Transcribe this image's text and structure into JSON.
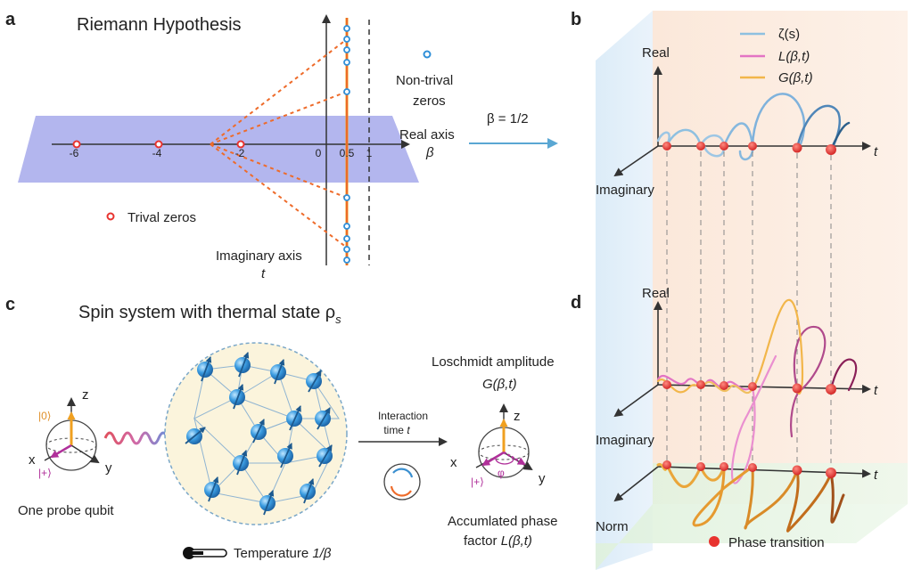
{
  "panel_a": {
    "letter": "a",
    "title": "Riemann Hypothesis",
    "ticks": [
      "-6",
      "-4",
      "-2",
      "0",
      "0.5",
      "1"
    ],
    "real_axis": "Real axis",
    "real_axis_symbol": "β",
    "imag_axis": "Imaginary axis",
    "imag_axis_symbol": "t",
    "nontrivial_line1": "Non-trival",
    "nontrivial_line2": "zeros",
    "trivial": "Trival zeros",
    "arrow_label": "β = 1/2"
  },
  "panel_b": {
    "letter": "b",
    "real": "Real",
    "imaginary": "Imaginary",
    "t": "t",
    "legend": [
      {
        "label": "ζ(s)",
        "color": "#8ec0e0"
      },
      {
        "label": "L(β,t)",
        "color": "#e374c4"
      },
      {
        "label": "G(β,t)",
        "color": "#f2b64a"
      }
    ]
  },
  "panel_c": {
    "letter": "c",
    "title": "Spin system with thermal state ρ",
    "title_sub": "s",
    "ket0": "|0⟩",
    "ket_plus": "|+⟩",
    "x": "x",
    "y": "y",
    "z": "z",
    "probe": "One probe qubit",
    "temperature": "Temperature ",
    "temperature_value": "1/β",
    "interaction_line1": "Interaction",
    "interaction_line2": "time ",
    "interaction_t": "t",
    "loschmidt": "Loschmidt amplitude",
    "loschmidt_sym": "G(β,t)",
    "phi": "φ",
    "accum_line1": "Accumlated phase",
    "accum_line2": "factor ",
    "accum_sym": "L(β,t)"
  },
  "panel_d": {
    "letter": "d",
    "real": "Real",
    "imaginary": "Imaginary",
    "norm": "Norm",
    "t": "t",
    "phase_transition": "Phase transition"
  },
  "colors": {
    "zeta": "#8ec0e0",
    "zeta_dark": "#2c5f8a",
    "L": "#e374c4",
    "L_dark": "#8a2058",
    "G": "#f2b64a",
    "G_dark": "#b05a10",
    "zero_dot": "#e8332f",
    "plane": "#9a9ee8",
    "dashed_orange": "#ee6b2a",
    "spin_blue": "#2f8fd8",
    "sphere_bg": "#fbf4dc"
  }
}
